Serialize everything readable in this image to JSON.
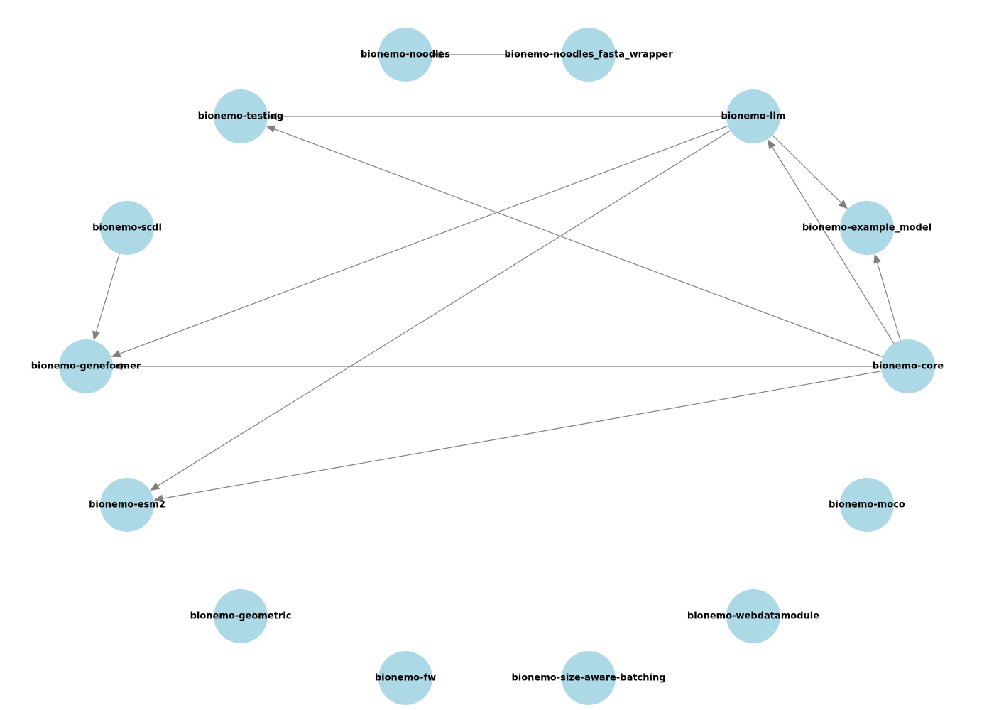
{
  "colors": {
    "node_fill": "#add8e6",
    "edge": "#808080",
    "label": "#000000",
    "background": "#ffffff"
  },
  "nodes": [
    {
      "id": "noodles",
      "label": "bionemo-noodles"
    },
    {
      "id": "noodles_fasta",
      "label": "bionemo-noodles_fasta_wrapper"
    },
    {
      "id": "testing",
      "label": "bionemo-testing"
    },
    {
      "id": "llm",
      "label": "bionemo-llm"
    },
    {
      "id": "scdl",
      "label": "bionemo-scdl"
    },
    {
      "id": "example_model",
      "label": "bionemo-example_model"
    },
    {
      "id": "geneformer",
      "label": "bionemo-geneformer"
    },
    {
      "id": "core",
      "label": "bionemo-core"
    },
    {
      "id": "esm2",
      "label": "bionemo-esm2"
    },
    {
      "id": "moco",
      "label": "bionemo-moco"
    },
    {
      "id": "geometric",
      "label": "bionemo-geometric"
    },
    {
      "id": "webdatamodule",
      "label": "bionemo-webdatamodule"
    },
    {
      "id": "fw",
      "label": "bionemo-fw"
    },
    {
      "id": "size_aware",
      "label": "bionemo-size-aware-batching"
    }
  ],
  "edges": [
    {
      "from": "noodles_fasta",
      "to": "noodles"
    },
    {
      "from": "llm",
      "to": "testing"
    },
    {
      "from": "llm",
      "to": "example_model"
    },
    {
      "from": "llm",
      "to": "geneformer"
    },
    {
      "from": "llm",
      "to": "esm2"
    },
    {
      "from": "core",
      "to": "testing"
    },
    {
      "from": "core",
      "to": "llm"
    },
    {
      "from": "core",
      "to": "example_model"
    },
    {
      "from": "core",
      "to": "geneformer"
    },
    {
      "from": "core",
      "to": "esm2"
    },
    {
      "from": "scdl",
      "to": "geneformer"
    }
  ]
}
